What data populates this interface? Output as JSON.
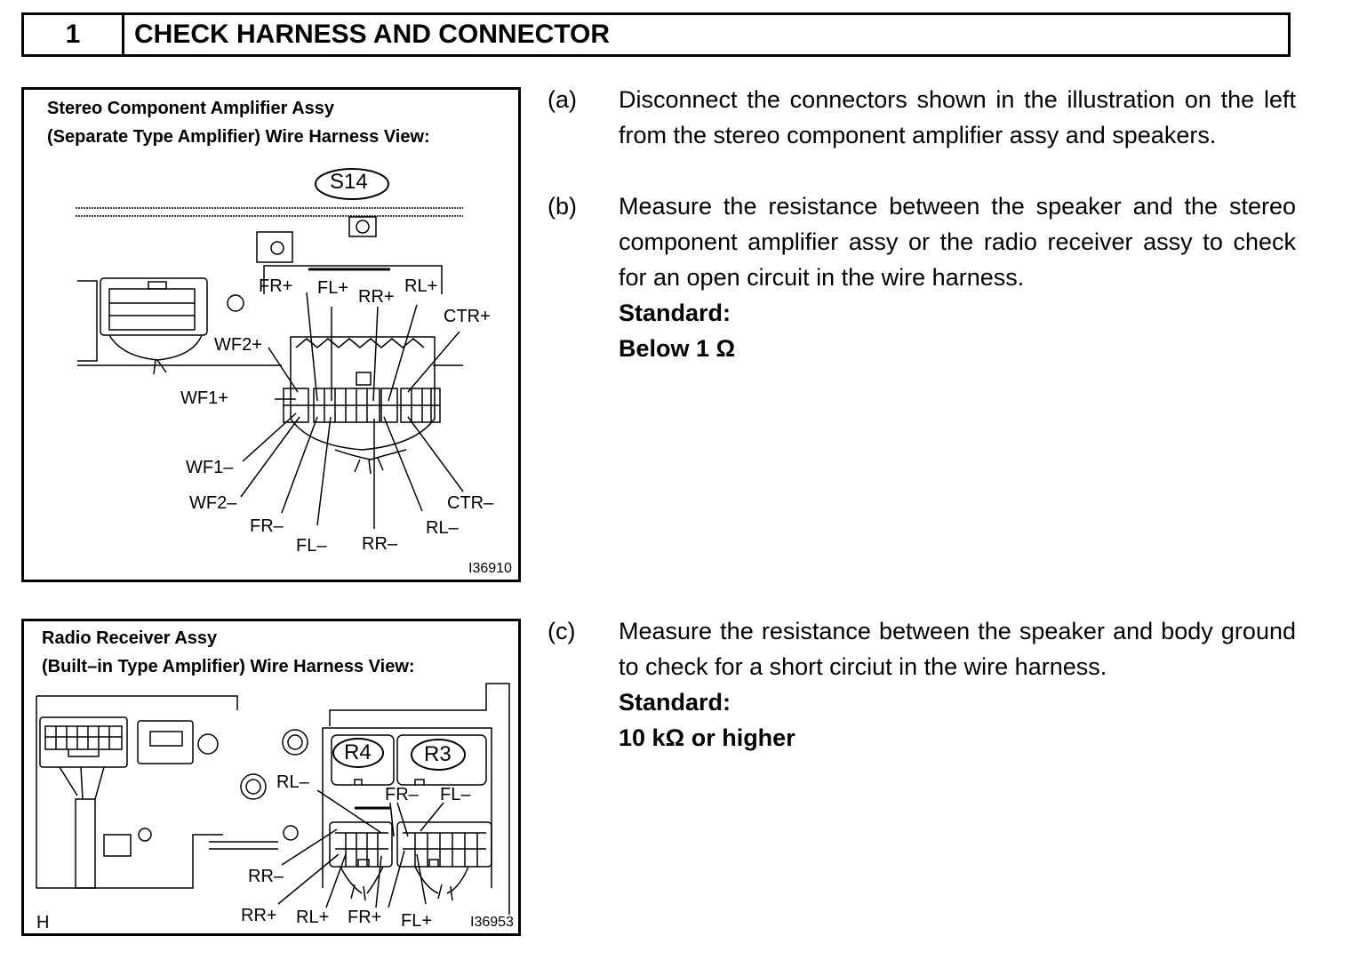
{
  "header": {
    "number": "1",
    "title": "CHECK HARNESS AND CONNECTOR"
  },
  "figure1": {
    "title_line1": "Stereo Component Amplifier Assy",
    "title_line2": "(Separate Type Amplifier) Wire Harness View:",
    "connector": "S14",
    "labels": {
      "fr_plus": "FR+",
      "fl_plus": "FL+",
      "rr_plus": "RR+",
      "rl_plus": "RL+",
      "ctr_plus": "CTR+",
      "wf2_plus": "WF2+",
      "wf1_plus": "WF1+",
      "wf1_minus": "WF1–",
      "wf2_minus": "WF2–",
      "fr_minus": "FR–",
      "fl_minus": "FL–",
      "rr_minus": "RR–",
      "rl_minus": "RL–",
      "ctr_minus": "CTR–"
    },
    "figure_id": "I36910"
  },
  "figure2": {
    "title_line1": "Radio Receiver Assy",
    "title_line2": "(Built–in Type Amplifier) Wire Harness View:",
    "connector_r4": "R4",
    "connector_r3": "R3",
    "labels": {
      "rl_minus": "RL–",
      "fr_minus": "FR–",
      "fl_minus": "FL–",
      "rr_minus": "RR–",
      "rr_plus": "RR+",
      "rl_plus": "RL+",
      "fr_plus": "FR+",
      "fl_plus": "FL+"
    },
    "corner": "H",
    "figure_id": "I36953"
  },
  "steps": {
    "a": {
      "letter": "(a)",
      "text": "Disconnect the connectors shown in the illustration on the left from the stereo component amplifier assy and speakers."
    },
    "b": {
      "letter": "(b)",
      "text": "Measure the resistance between the speaker and the stereo component amplifier assy or the radio receiver assy to check for an open circuit in the wire harness.",
      "standard_label": "Standard:",
      "standard_value": "Below 1 Ω"
    },
    "c": {
      "letter": "(c)",
      "text": "Measure the resistance between the speaker and body ground to check for a short circiut in the wire harness.",
      "standard_label": "Standard:",
      "standard_value": "10 kΩ or higher"
    }
  }
}
